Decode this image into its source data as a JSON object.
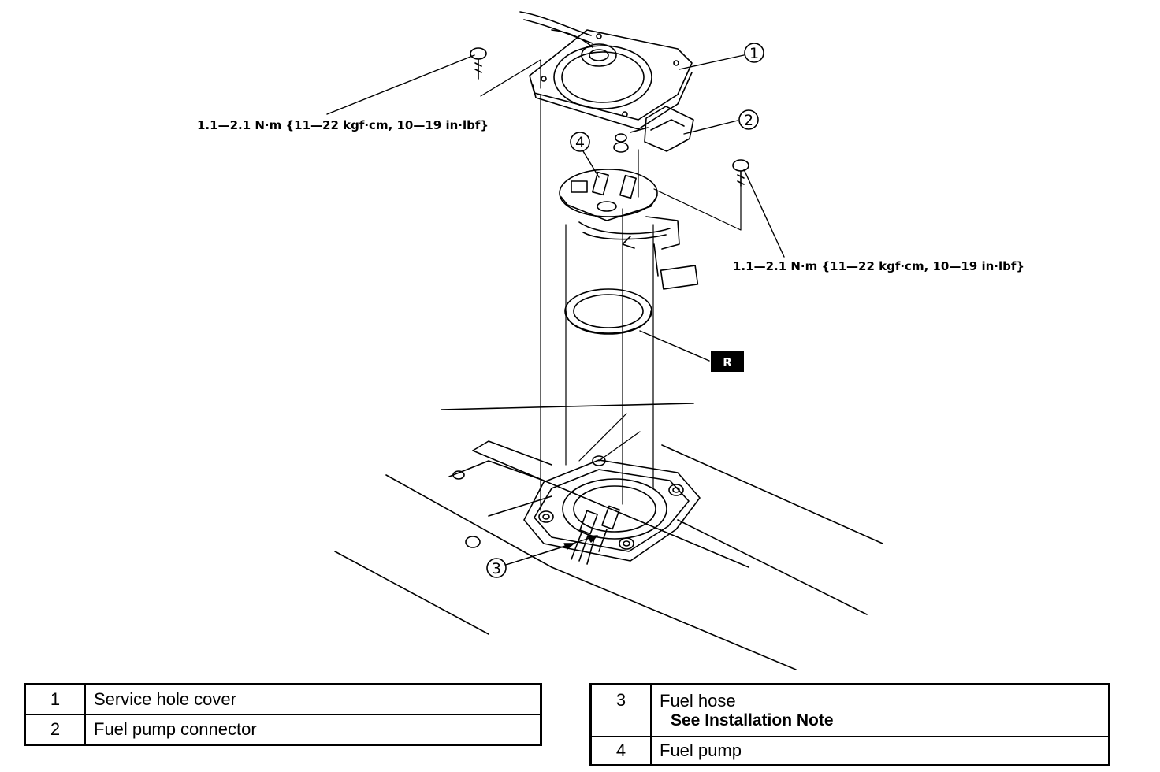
{
  "torque_specs": {
    "left": "1.1—2.1 N·m {11—22 kgf·cm, 10—19 in·lbf}",
    "right": "1.1—2.1 N·m {11—22 kgf·cm, 10—19 in·lbf}"
  },
  "callouts": [
    "1",
    "2",
    "3",
    "4"
  ],
  "replace_badge": "R",
  "legend_left": [
    {
      "num": "1",
      "label": "Service hole cover"
    },
    {
      "num": "2",
      "label": "Fuel pump connector"
    }
  ],
  "legend_right": [
    {
      "num": "3",
      "label": "Fuel hose",
      "note": "See Installation Note"
    },
    {
      "num": "4",
      "label": "Fuel pump"
    }
  ]
}
